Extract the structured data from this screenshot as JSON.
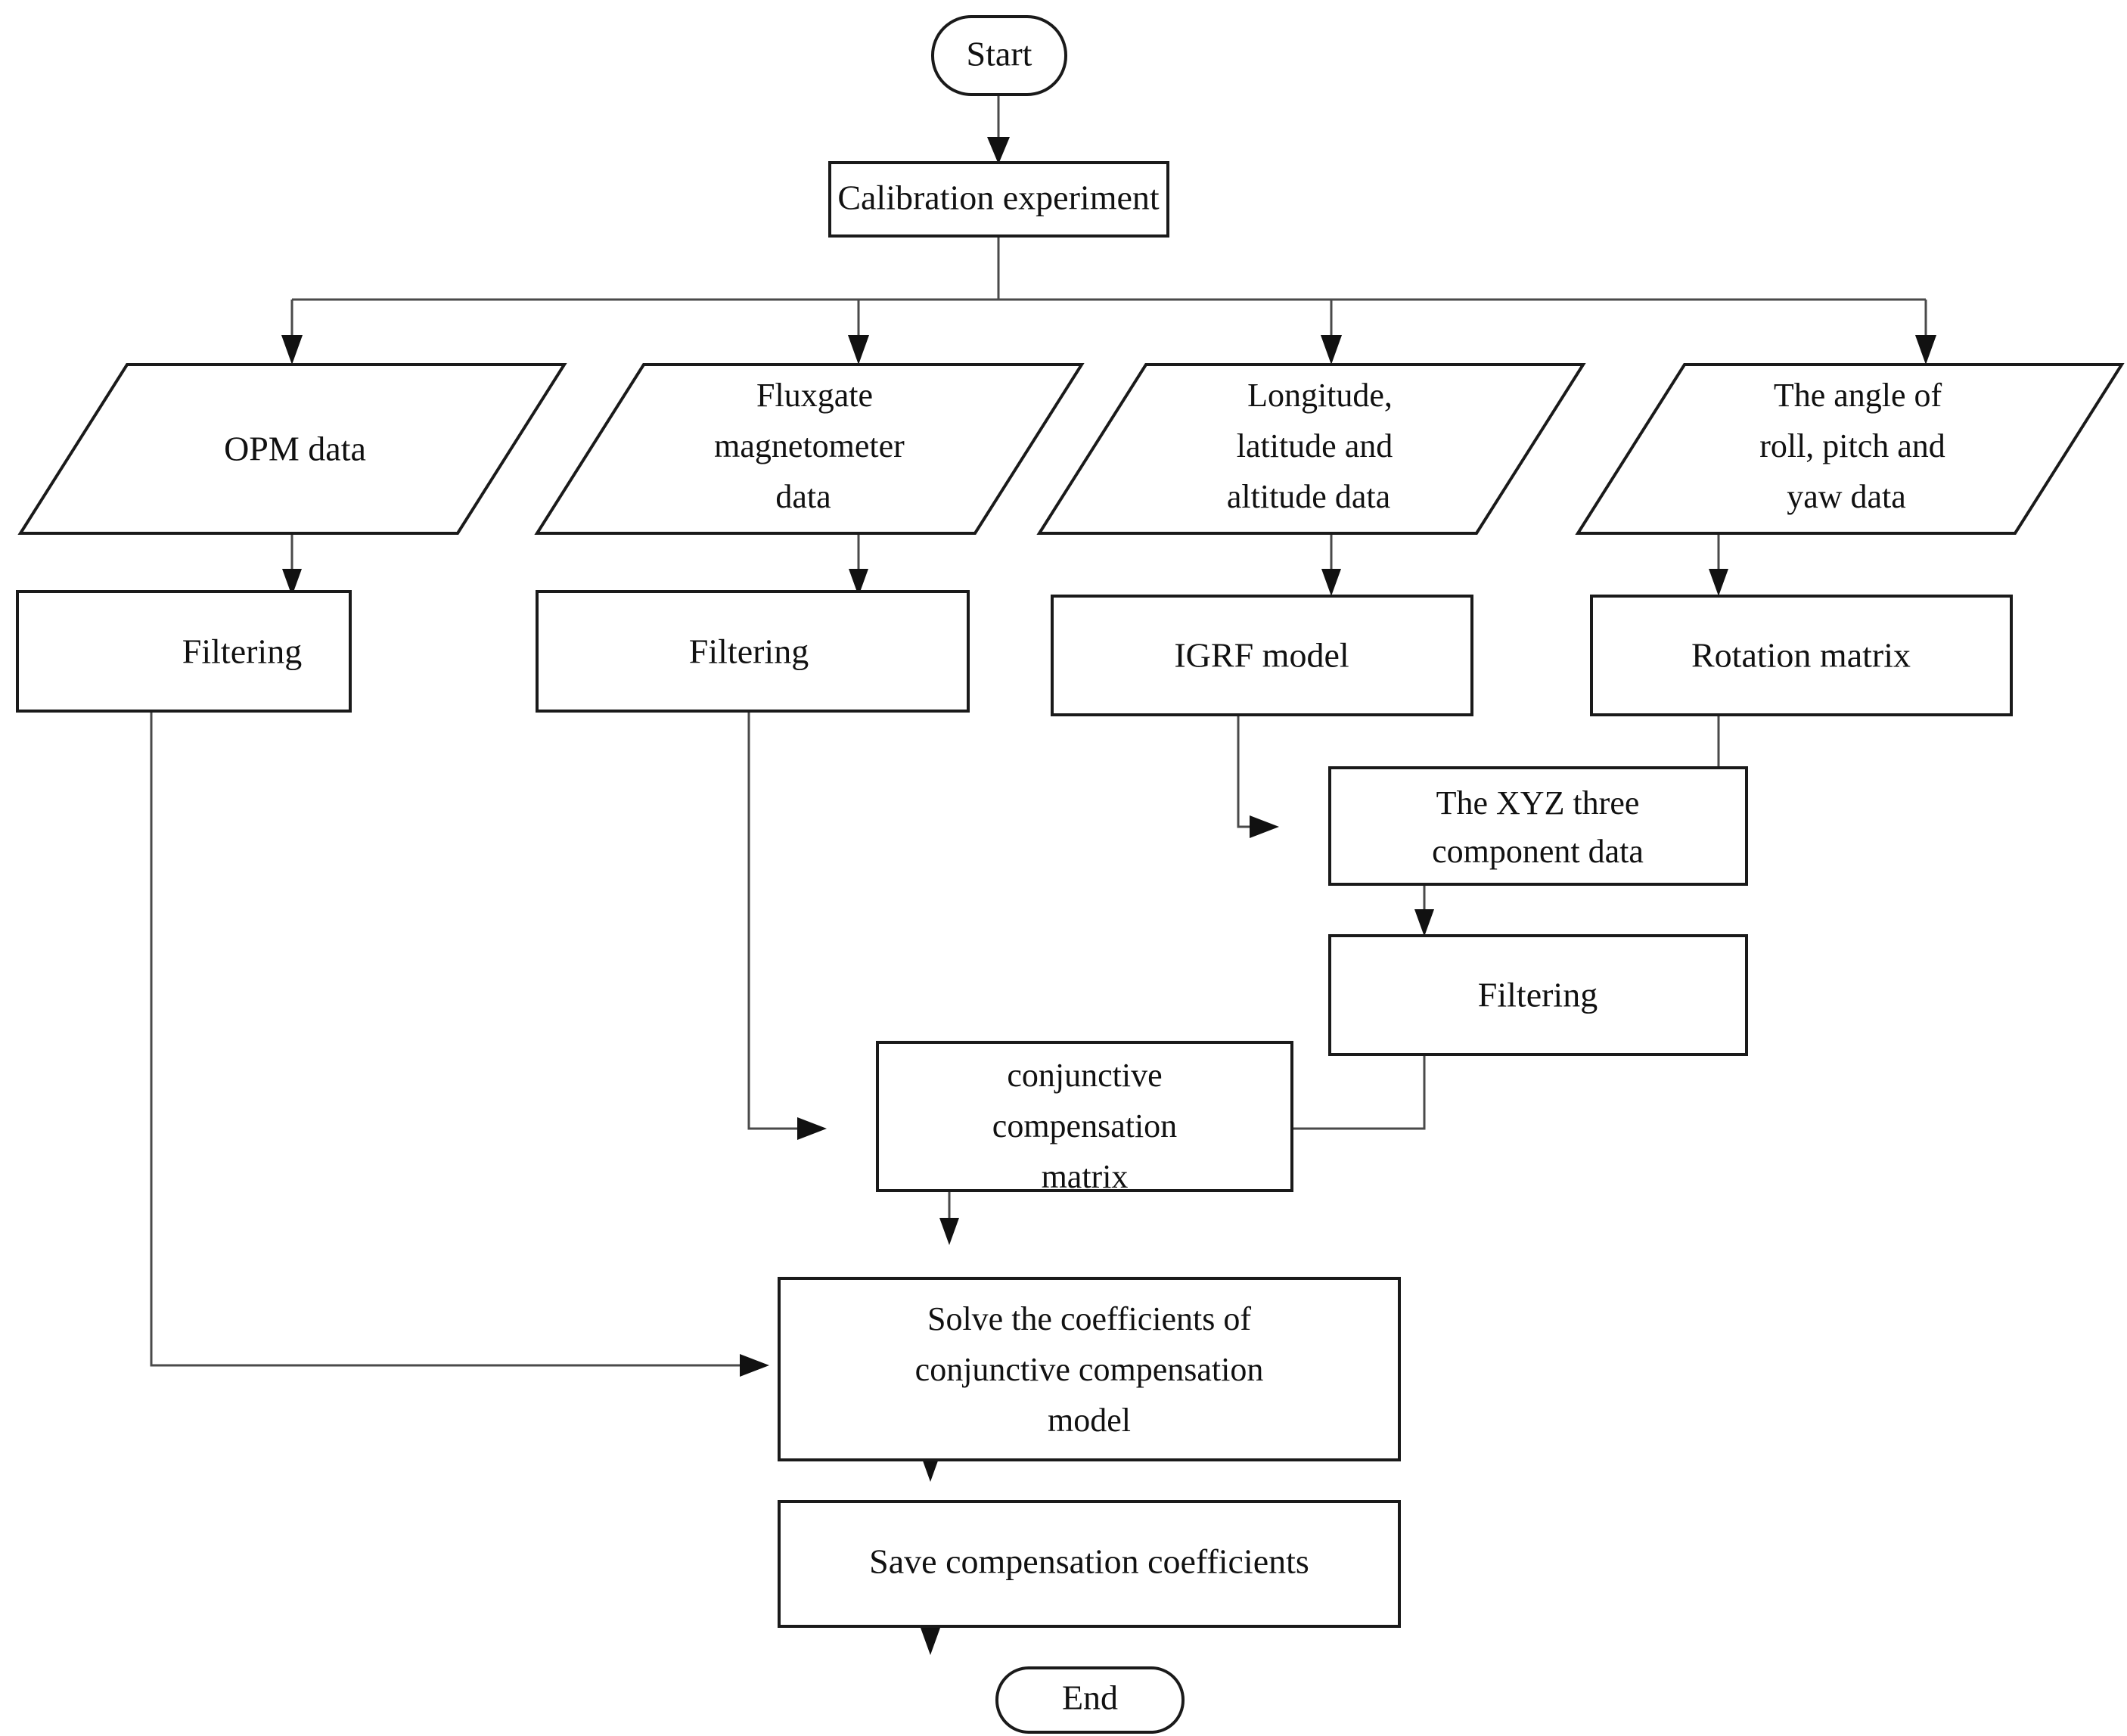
{
  "diagram": {
    "type": "flowchart",
    "orientation": "top-to-bottom",
    "background_color": "#ffffff",
    "line_color": "#4a4a4a",
    "text_color": "#111111",
    "nodes": {
      "start": {
        "label": "Start",
        "shape": "terminator"
      },
      "calibration": {
        "label": "Calibration  experiment",
        "shape": "process"
      },
      "opm_data": {
        "label": "OPM data",
        "shape": "data-parallelogram"
      },
      "fluxgate_l1": {
        "label": "Fluxgate",
        "shape": "data-parallelogram"
      },
      "fluxgate_l2": {
        "label": "magnetometer",
        "shape": "data-parallelogram"
      },
      "fluxgate_l3": {
        "label": "data",
        "shape": "data-parallelogram"
      },
      "geo_l1": {
        "label": "Longitude,",
        "shape": "data-parallelogram"
      },
      "geo_l2": {
        "label": "latitude  and",
        "shape": "data-parallelogram"
      },
      "geo_l3": {
        "label": "altitude  data",
        "shape": "data-parallelogram"
      },
      "attitude_l1": {
        "label": "The angle of",
        "shape": "data-parallelogram"
      },
      "attitude_l2": {
        "label": "roll, pitch and",
        "shape": "data-parallelogram"
      },
      "attitude_l3": {
        "label": "yaw data",
        "shape": "data-parallelogram"
      },
      "filtering_opm": {
        "label": "Filtering",
        "shape": "process"
      },
      "filtering_flux": {
        "label": "Filtering",
        "shape": "process"
      },
      "igrf": {
        "label": "IGRF model",
        "shape": "process"
      },
      "rotation": {
        "label": "Rotation  matrix",
        "shape": "process"
      },
      "xyz_l1": {
        "label": "The XYZ three",
        "shape": "process"
      },
      "xyz_l2": {
        "label": "component  data",
        "shape": "process"
      },
      "filtering_xyz": {
        "label": "Filtering",
        "shape": "process"
      },
      "conj_l1": {
        "label": "conjunctive",
        "shape": "process"
      },
      "conj_l2": {
        "label": "compensation",
        "shape": "process"
      },
      "conj_l3": {
        "label": "matrix",
        "shape": "process"
      },
      "solve_l1": {
        "label": "Solve the coefficients  of",
        "shape": "process"
      },
      "solve_l2": {
        "label": "conjunctive  compensation",
        "shape": "process"
      },
      "solve_l3": {
        "label": "model",
        "shape": "process"
      },
      "save": {
        "label": "Save compensation  coefficients",
        "shape": "process"
      },
      "end": {
        "label": "End",
        "shape": "terminator"
      }
    },
    "edges": [
      {
        "from": "start",
        "to": "calibration"
      },
      {
        "from": "calibration",
        "to": "opm_data"
      },
      {
        "from": "calibration",
        "to": "fluxgate_data"
      },
      {
        "from": "calibration",
        "to": "geo_data"
      },
      {
        "from": "calibration",
        "to": "attitude_data"
      },
      {
        "from": "opm_data",
        "to": "filtering_opm"
      },
      {
        "from": "fluxgate_data",
        "to": "filtering_flux"
      },
      {
        "from": "geo_data",
        "to": "igrf"
      },
      {
        "from": "attitude_data",
        "to": "rotation"
      },
      {
        "from": "igrf",
        "to": "xyz"
      },
      {
        "from": "rotation",
        "to": "xyz"
      },
      {
        "from": "xyz",
        "to": "filtering_xyz"
      },
      {
        "from": "filtering_flux",
        "to": "conjunctive_matrix"
      },
      {
        "from": "filtering_xyz",
        "to": "conjunctive_matrix"
      },
      {
        "from": "conjunctive_matrix",
        "to": "solve"
      },
      {
        "from": "filtering_opm",
        "to": "solve"
      },
      {
        "from": "solve",
        "to": "save"
      },
      {
        "from": "save",
        "to": "end"
      }
    ]
  }
}
